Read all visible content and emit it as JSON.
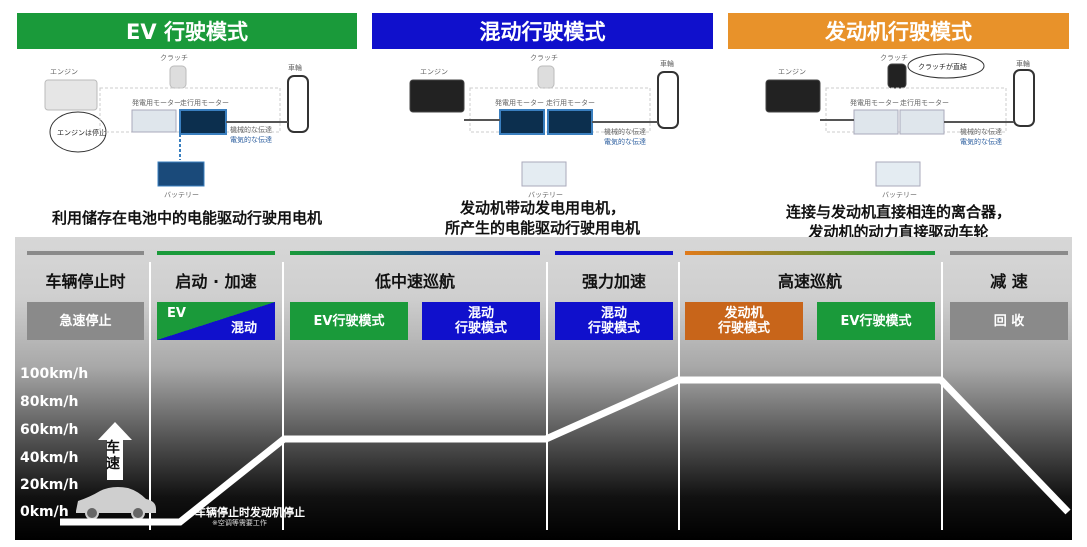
{
  "headers": [
    {
      "label": "EV 行驶模式",
      "color": "#1a9a3a"
    },
    {
      "label": "混动行驶模式",
      "color": "#1010cc"
    },
    {
      "label": "发动机行驶模式",
      "color": "#e8922a"
    }
  ],
  "captions": [
    {
      "line1": "利用储存在电池中的电能驱动行驶用电机",
      "line2": ""
    },
    {
      "line1": "发动机带动发电用电机，",
      "line2": "所产生的电能驱动行驶用电机"
    },
    {
      "line1": "连接与发动机直接相连的离合器，",
      "line2": "发动机的动力直接驱动车轮"
    }
  ],
  "diagram_labels": {
    "engine": "エンジン",
    "clutch": "クラッチ",
    "wheel": "車輪",
    "gen_motor": "発電用モーター",
    "drive_motor": "走行用モーター",
    "battery": "バッテリー",
    "mech": "機械的な伝達",
    "elec": "電気的な伝達",
    "engine_stopped": "エンジンは停止",
    "clutch_engaged": "クラッチが直結"
  },
  "phases": [
    {
      "label": "车辆停止时",
      "color": "#8a8a8a"
    },
    {
      "label": "启动 · 加速",
      "color": "#1a9a3a"
    },
    {
      "label": "低中速巡航",
      "color": "#1a9a3a"
    },
    {
      "label": "强力加速",
      "color": "#1010cc"
    },
    {
      "label": "高速巡航",
      "color": "#e07a1a"
    },
    {
      "label": "减 速",
      "color": "#8a8a8a"
    }
  ],
  "mode_boxes": {
    "stop": "急速停止",
    "start_ev": "EV",
    "start_hybrid": "混动",
    "low_ev": "EV行驶模式",
    "low_hybrid_1": "混动",
    "low_hybrid_2": "行驶模式",
    "power_hybrid_1": "混动",
    "power_hybrid_2": "行驶模式",
    "high_engine_1": "发动机",
    "high_engine_2": "行驶模式",
    "high_ev": "EV行驶模式",
    "decel": "回 收"
  },
  "speed_axis": {
    "ticks": [
      "100km/h",
      "80km/h",
      "60km/h",
      "40km/h",
      "20km/h",
      "0km/h"
    ],
    "arrow_label_1": "车",
    "arrow_label_2": "速"
  },
  "notes": {
    "stop_note": "车辆停止时发动机停止",
    "stop_note_small": "※空调等需要工作"
  },
  "colors": {
    "ev_green": "#1a9a3a",
    "hybrid_blue": "#1010cc",
    "engine_orange": "#e07a1a",
    "gray_box": "#8a8a8a"
  },
  "speed_profile": [
    {
      "phase": "车辆停止时",
      "speed_kmh": 0
    },
    {
      "phase": "启动 · 加速",
      "speed_kmh": [
        0,
        55
      ]
    },
    {
      "phase": "低中速巡航",
      "speed_kmh": 55
    },
    {
      "phase": "强力加速",
      "speed_kmh": [
        55,
        100
      ]
    },
    {
      "phase": "高速巡航",
      "speed_kmh": 100
    },
    {
      "phase": "减 速",
      "speed_kmh": [
        100,
        0
      ]
    }
  ]
}
